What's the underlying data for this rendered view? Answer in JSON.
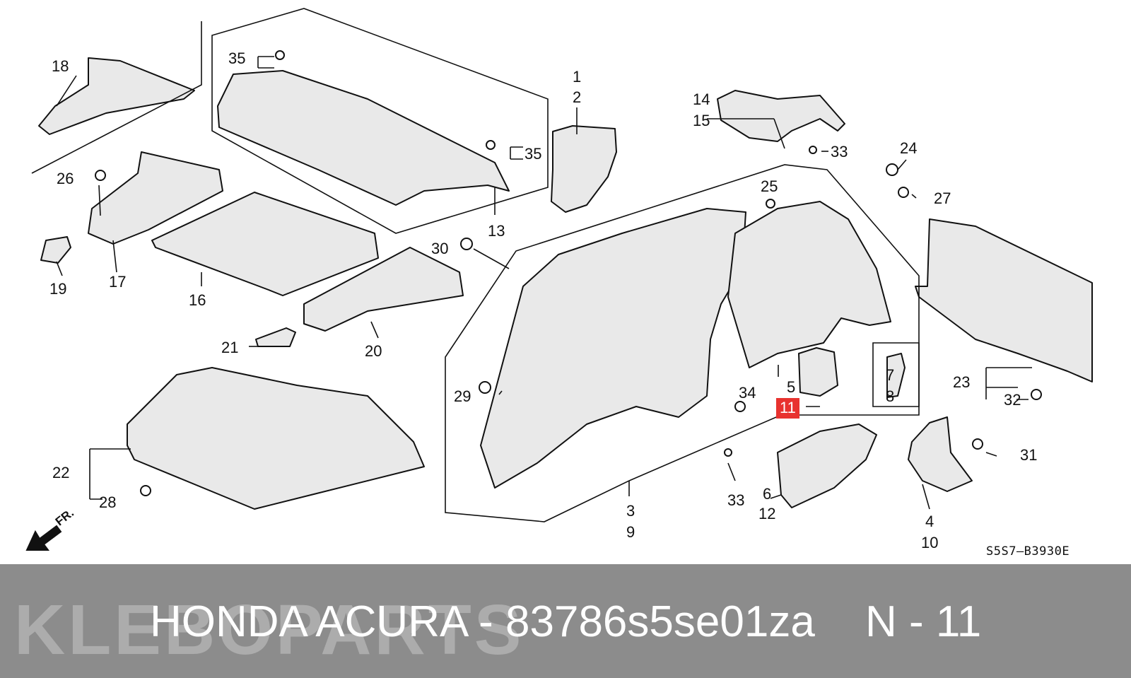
{
  "diagram": {
    "code": "S5S7—B3930E",
    "direction_label": "FR.",
    "callouts": [
      {
        "id": "c18",
        "text": "18"
      },
      {
        "id": "c35a",
        "text": "35"
      },
      {
        "id": "c35b",
        "text": "35"
      },
      {
        "id": "c1",
        "text": "1"
      },
      {
        "id": "c2",
        "text": "2"
      },
      {
        "id": "c14",
        "text": "14"
      },
      {
        "id": "c15",
        "text": "15"
      },
      {
        "id": "c33a",
        "text": "33"
      },
      {
        "id": "c24",
        "text": "24"
      },
      {
        "id": "c26",
        "text": "26"
      },
      {
        "id": "c25",
        "text": "25"
      },
      {
        "id": "c27",
        "text": "27"
      },
      {
        "id": "c13",
        "text": "13"
      },
      {
        "id": "c30",
        "text": "30"
      },
      {
        "id": "c19",
        "text": "19"
      },
      {
        "id": "c17",
        "text": "17"
      },
      {
        "id": "c16",
        "text": "16"
      },
      {
        "id": "c21",
        "text": "21"
      },
      {
        "id": "c20",
        "text": "20"
      },
      {
        "id": "c7",
        "text": "7"
      },
      {
        "id": "c8",
        "text": "8"
      },
      {
        "id": "c23",
        "text": "23"
      },
      {
        "id": "c32",
        "text": "32"
      },
      {
        "id": "c29",
        "text": "29"
      },
      {
        "id": "c34",
        "text": "34"
      },
      {
        "id": "c5",
        "text": "5"
      },
      {
        "id": "c11",
        "text": "11",
        "highlighted": true
      },
      {
        "id": "c31",
        "text": "31"
      },
      {
        "id": "c22",
        "text": "22"
      },
      {
        "id": "c28",
        "text": "28"
      },
      {
        "id": "c6",
        "text": "6"
      },
      {
        "id": "c12",
        "text": "12"
      },
      {
        "id": "c33b",
        "text": "33"
      },
      {
        "id": "c3",
        "text": "3"
      },
      {
        "id": "c9",
        "text": "9"
      },
      {
        "id": "c4",
        "text": "4"
      },
      {
        "id": "c10",
        "text": "10"
      }
    ]
  },
  "footer": {
    "watermark": "KLEBOPARTS",
    "title": "HONDA ACURA - 83786s5se01za",
    "part_label": "N - 11"
  },
  "colors": {
    "highlight": "#e8322f",
    "footer_bg": "#8c8c8c",
    "part_fill": "#e9e9e9",
    "line": "#111111"
  }
}
